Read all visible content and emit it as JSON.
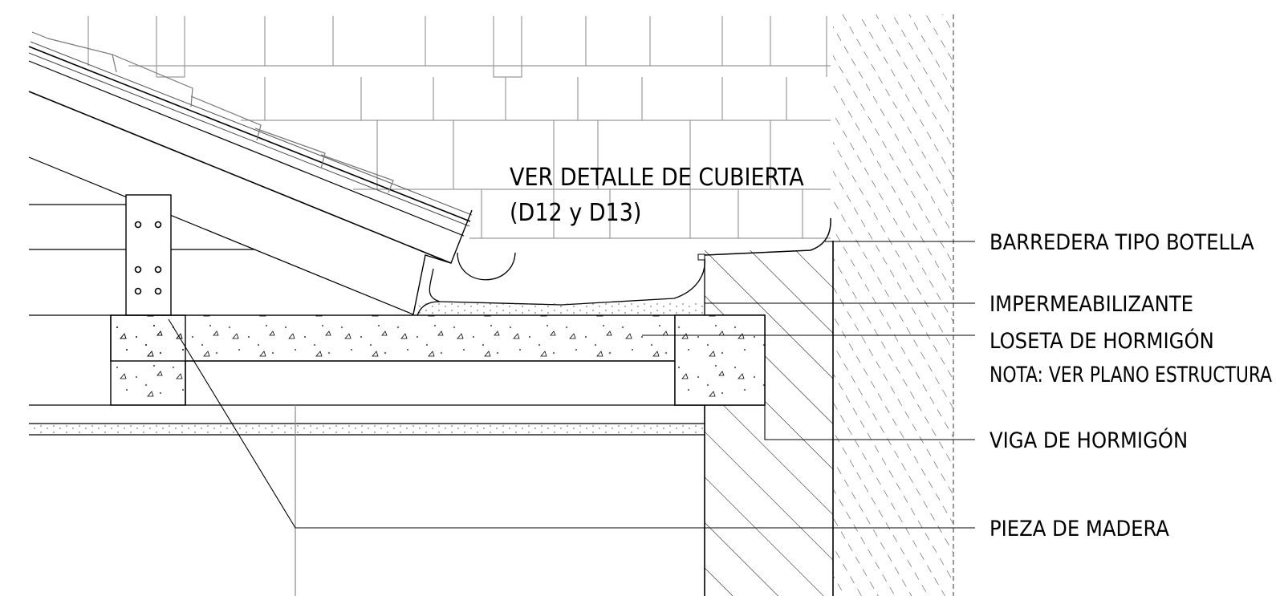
{
  "note": {
    "line1": "VER DETALLE DE CUBIERTA",
    "line2": "(D12 y D13)"
  },
  "labels": [
    {
      "id": "barredera",
      "text": "BARREDERA TIPO BOTELLA"
    },
    {
      "id": "impermeabilizante",
      "text": "IMPERMEABILIZANTE"
    },
    {
      "id": "loseta",
      "text": "LOSETA DE HORMIGÓN"
    },
    {
      "id": "nota",
      "text": "NOTA: VER PLANO ESTRUCTURA"
    },
    {
      "id": "viga",
      "text": "VIGA DE HORMIGÓN"
    },
    {
      "id": "pieza",
      "text": "PIEZA DE MADERA"
    }
  ],
  "colors": {
    "line": "#000000",
    "thin": "#555555",
    "tile_outline": "#9a9a9a",
    "hatch": "#333333"
  }
}
